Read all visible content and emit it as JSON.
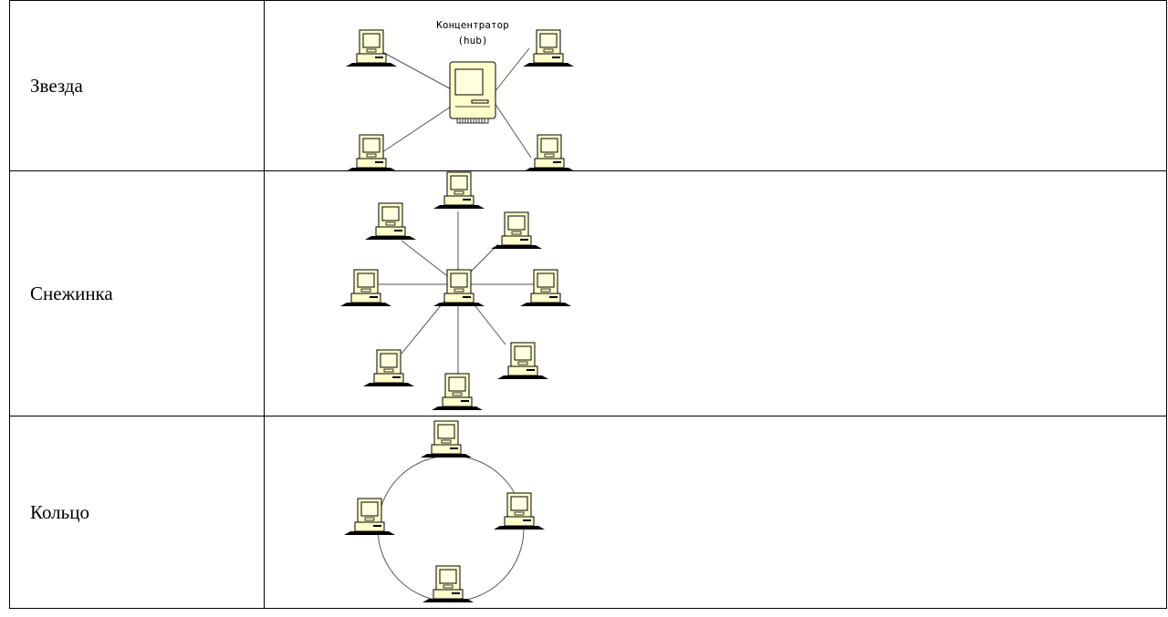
{
  "rows": [
    {
      "name": "Звезда",
      "hub_label_1": "Концентратор",
      "hub_label_2": "(hub)"
    },
    {
      "name": "Снежинка"
    },
    {
      "name": "Кольцо"
    }
  ],
  "colors": {
    "device_fill": "#ffffcc",
    "screen_fill": "#ffffe0",
    "line": "#555555",
    "border": "#000000"
  },
  "icons": {
    "workstation": "computer-icon",
    "hub": "hub-icon"
  }
}
